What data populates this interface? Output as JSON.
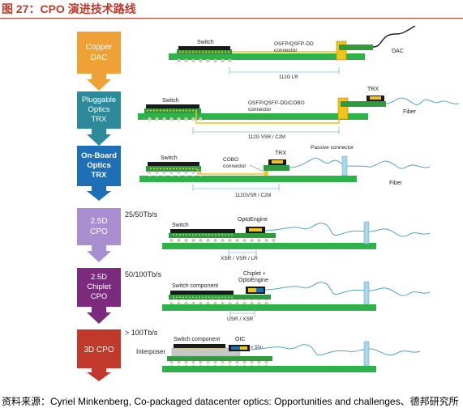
{
  "figure": {
    "title": "图 27：CPO 演进技术路线",
    "source": "资料来源：Cyriel Minkenberg, Co-packaged datacenter optics: Opportunities and challenges、德邦研究所"
  },
  "colors": {
    "title_red": "#c0392b",
    "stage_1": "#f0a136",
    "stage_2": "#2d8a9a",
    "stage_3": "#1d6fb8",
    "stage_4": "#a98ed0",
    "stage_5": "#7b2a7e",
    "stage_6": "#c0392b",
    "board_green": "#2db34a",
    "fiber_blue": "#5aa0c8",
    "connector_yellow": "#f2c318"
  },
  "stages": [
    {
      "label_lines": [
        "Copper",
        "DAC"
      ]
    },
    {
      "label_lines": [
        "Pluggable",
        "Optics",
        "TRX"
      ]
    },
    {
      "label_lines": [
        "On-Board",
        "Optics",
        "TRX"
      ]
    },
    {
      "label_lines": [
        "2.5D",
        "CPO"
      ],
      "bandwidth": "25/50Tb/s"
    },
    {
      "label_lines": [
        "2.5D",
        "Chiplet",
        "CPO"
      ],
      "bandwidth": "50/100Tb/s"
    },
    {
      "label_lines": [
        "3D CPO"
      ],
      "bandwidth": "> 100Tb/s"
    }
  ],
  "labels": {
    "switch": "Switch",
    "switch_component": "Switch component",
    "osfp_1": "OSFP/QSFP-DD",
    "connector": "connector",
    "osfp_2": "OSFP/QSFP-DD/COBO",
    "dac": "DAC",
    "reach_1": "112G LR",
    "trx": "TRX",
    "fiber": "Fiber",
    "reach_2": "112G VSR / C2M",
    "cobo": "COBO",
    "passive_connector": "Passive connector",
    "reach_3": "112GVSR / C2M",
    "optoengine": "OptoEngine",
    "reach_4": "XSR / VSR / LR",
    "chiplet_plus": "Chiplet +",
    "reach_5": "USR / XSR",
    "oic": "OIC",
    "interposer": "Interposer",
    "dist_50u": "< 50u"
  }
}
